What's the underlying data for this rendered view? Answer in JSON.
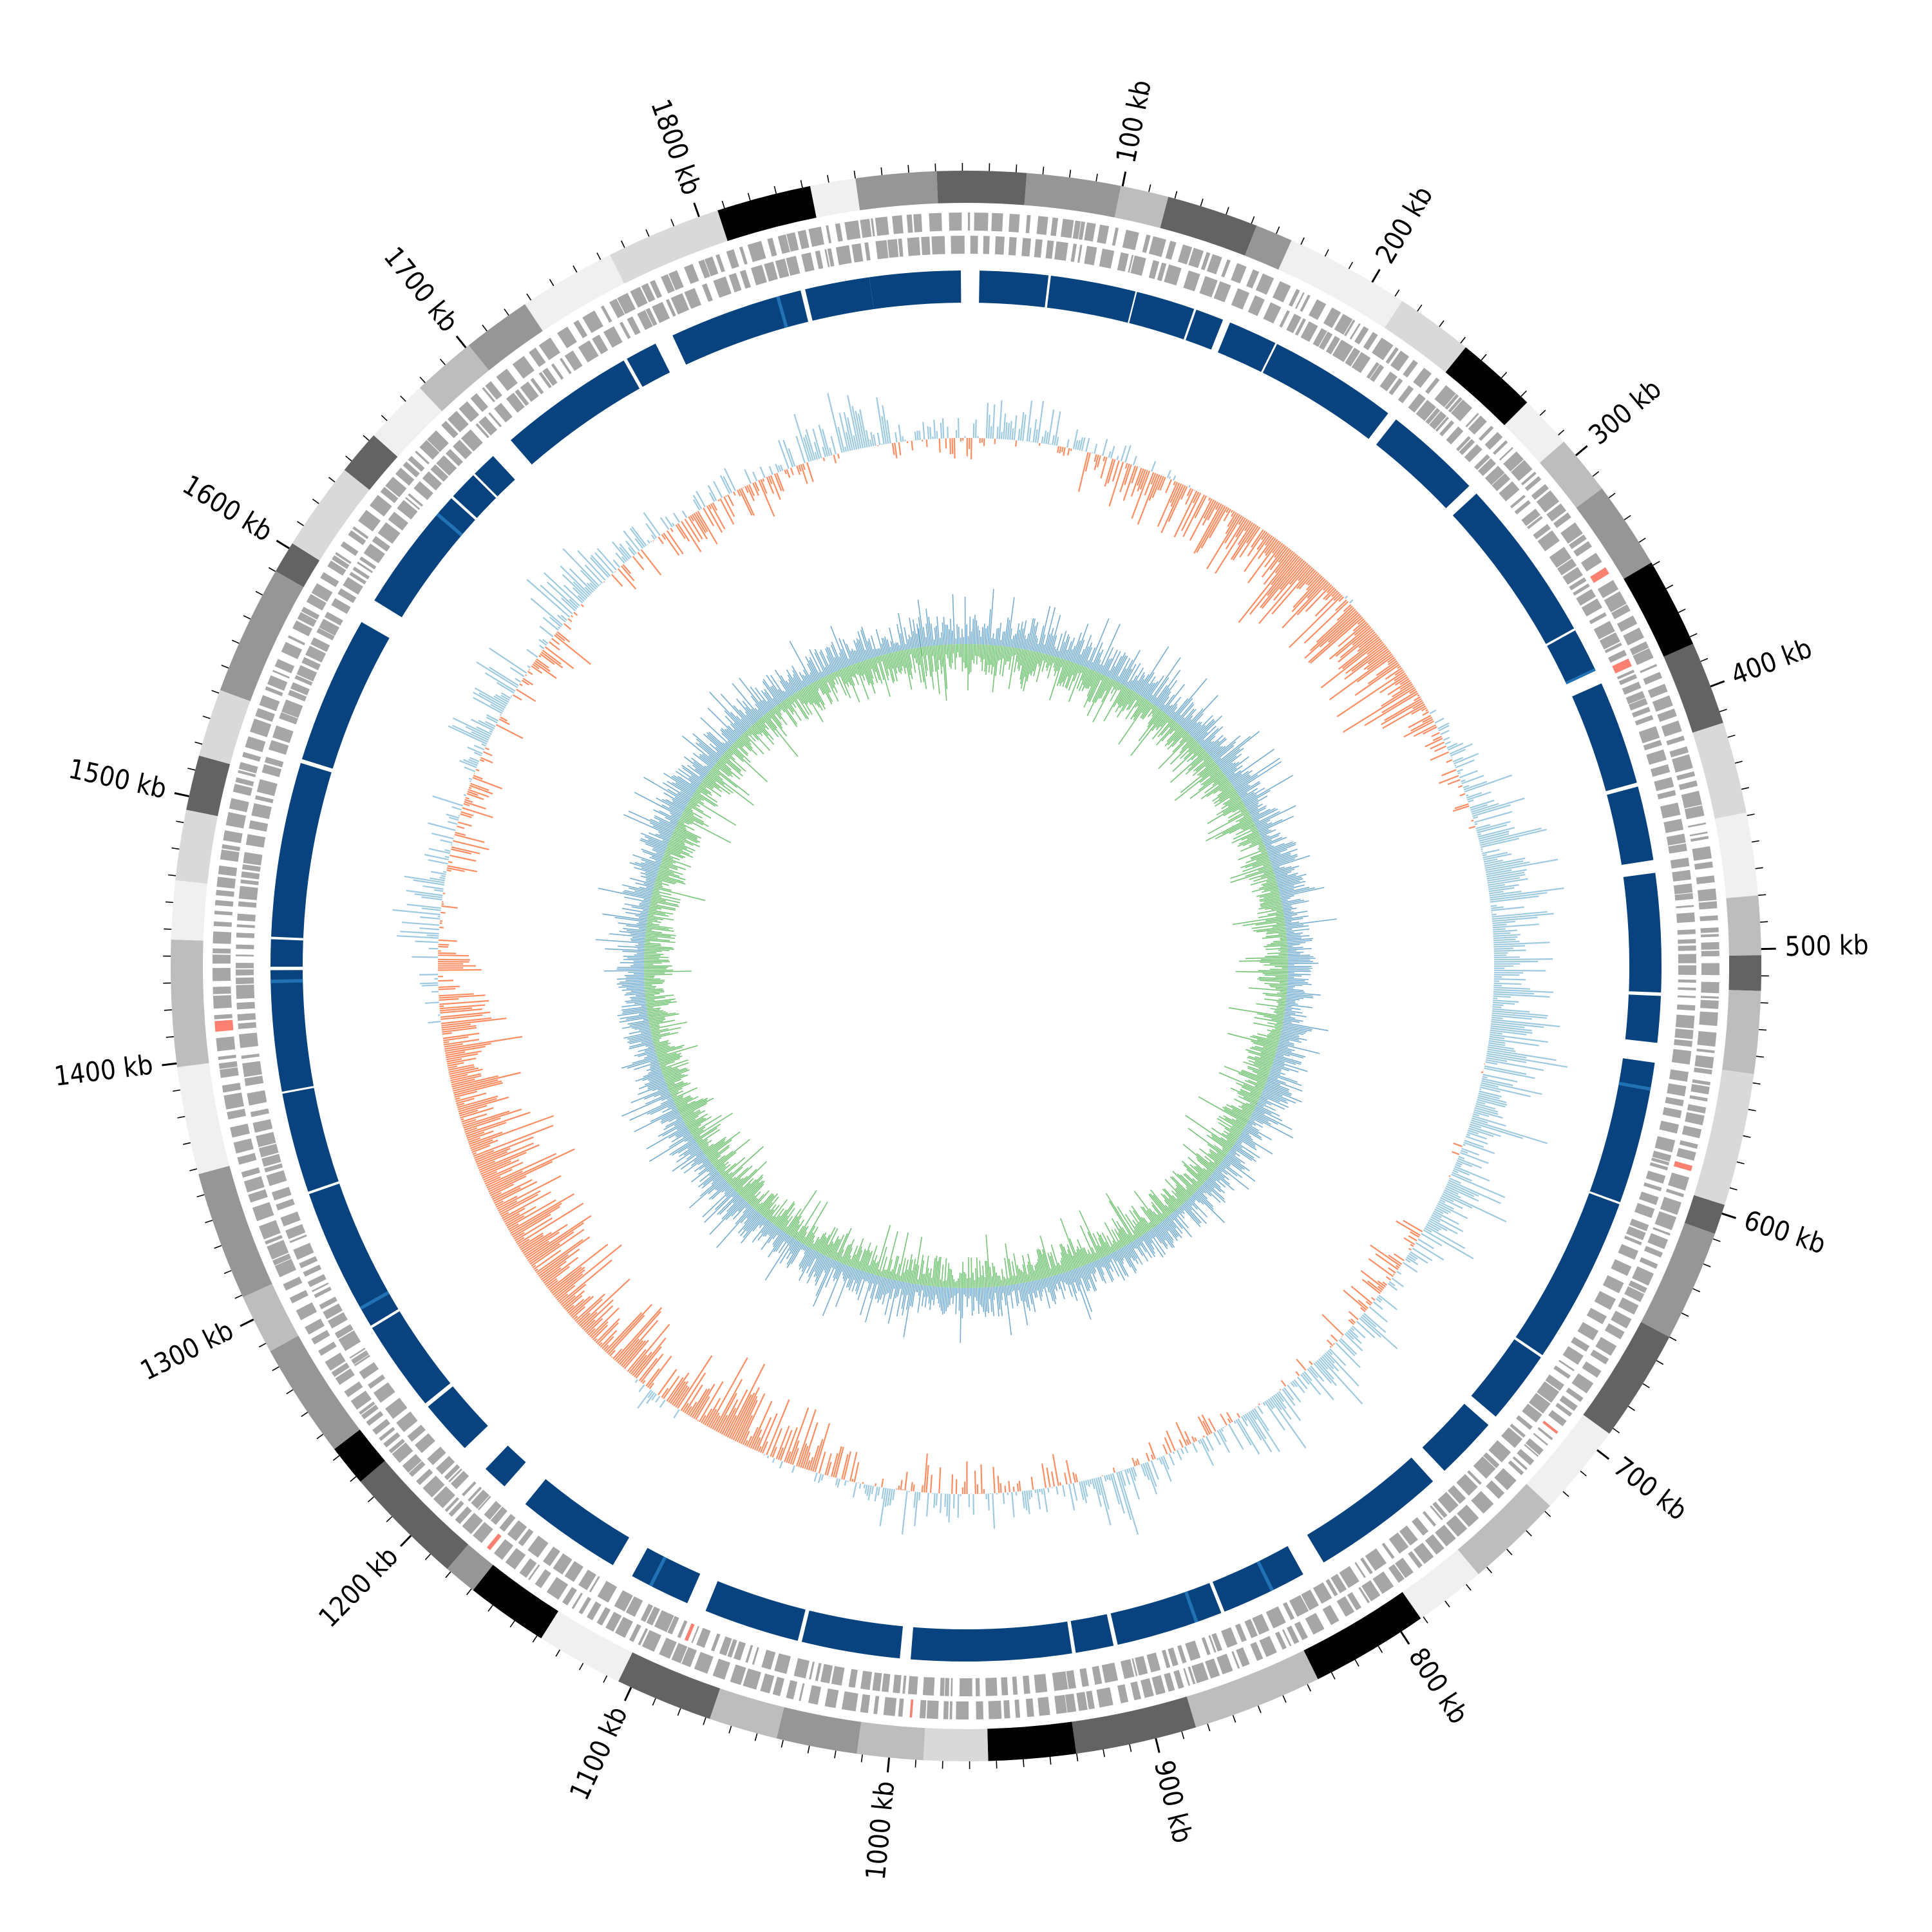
{
  "genome": {
    "length_kb": 1860,
    "start_angle_deg": -8,
    "direction": "clockwise"
  },
  "scale": {
    "label_unit": "kb",
    "major_ticks_kb": [
      100,
      200,
      300,
      400,
      500,
      600,
      700,
      800,
      900,
      1000,
      1100,
      1200,
      1300,
      1400,
      1500,
      1600,
      1700,
      1800
    ],
    "labels": [
      "100 kb",
      "200 kb",
      "300 kb",
      "400 kb",
      "500 kb",
      "600 kb",
      "700 kb",
      "800 kb",
      "900 kb",
      "1000 kb",
      "1100 kb",
      "1200 kb",
      "1300 kb",
      "1400 kb",
      "1500 kb",
      "1600 kb",
      "1700 kb",
      "1800 kb"
    ],
    "minor_tick_step_kb": 10,
    "tick_color": "#000000"
  },
  "tracks": {
    "contig_bands": {
      "colors": [
        "#f0f0f0",
        "#bdbdbd",
        "#636363",
        "#000000",
        "#d9d9d9",
        "#969696"
      ]
    },
    "genes": {
      "color": "#a6a6a6",
      "accent_color": "#fb8072"
    },
    "coverage_blocks": {
      "color": "#08437f",
      "accent_color": "#2171b5"
    },
    "gc_content": {
      "positive_color": "#9ecae1",
      "negative_color": "#fc8d62",
      "mark_color": "#000000"
    },
    "gc_skew": {
      "positive_color": "#74add1",
      "negative_color": "#74c476"
    }
  }
}
